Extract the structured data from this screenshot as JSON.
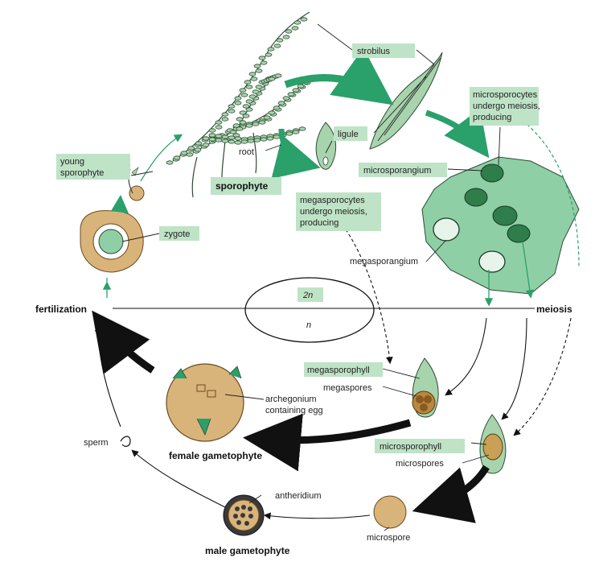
{
  "labels": {
    "strobilus": "strobilus",
    "microsporocytes": [
      "microsporocytes",
      "undergo meiosis,",
      "producing"
    ],
    "ligule": "ligule",
    "root": "root",
    "sporophyte": "sporophyte",
    "young_sporophyte": [
      "young",
      "sporophyte"
    ],
    "microsporangium": "microsporangium",
    "megasporocytes": [
      "megasporocytes",
      "undergo meiosis,",
      "producing"
    ],
    "zygote": "zygote",
    "megasporangium": "megasporangium",
    "fertilization": "fertilization",
    "diploid": "2n",
    "haploid": "n",
    "meiosis": "meiosis",
    "megasporophyll": "megasporophyll",
    "megaspores": "megaspores",
    "archegonium": [
      "archegonium",
      "containing egg"
    ],
    "sperm": "sperm",
    "female_gametophyte": "female gametophyte",
    "microsporophyll": "microsporophyll",
    "microspores": "microspores",
    "antheridium": "antheridium",
    "microspore": "microspore",
    "male_gametophyte": "male gametophyte"
  },
  "colors": {
    "label_box": "#bfe3c6",
    "plant_green": "#a7d4ad",
    "arrow_green": "#2aa06a",
    "gametophyte_tan": "#d9b47a",
    "tissue_green": "#8fcfa6"
  }
}
